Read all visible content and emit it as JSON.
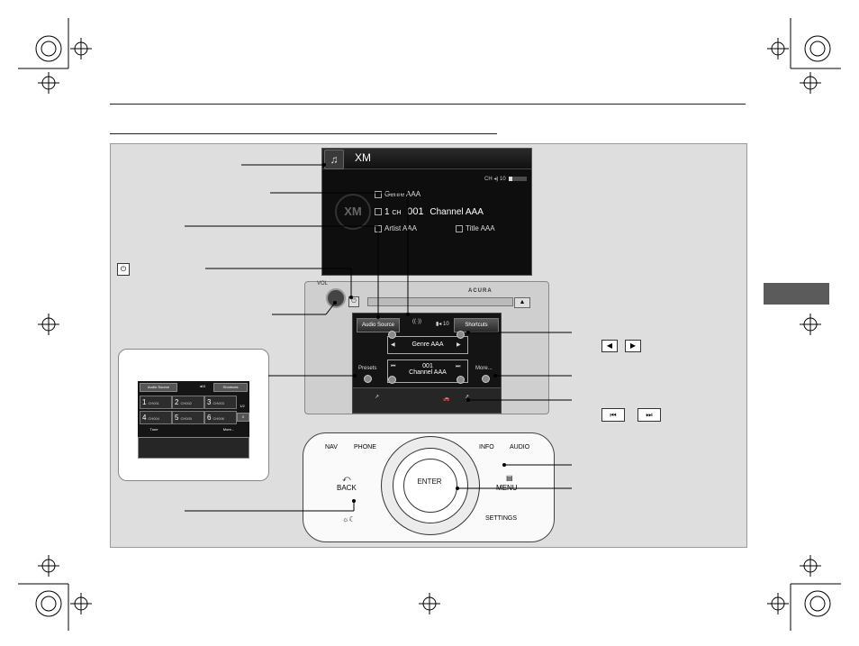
{
  "screen": {
    "source": "XM",
    "ch_label": "CH",
    "volume": "10",
    "logo": "XM",
    "genre": "Genre AAA",
    "preset": "1",
    "ch": "CH",
    "channel_number": "001",
    "channel_name": "Channel AAA",
    "artist": "Artist AAA",
    "title": "Title AAA"
  },
  "unit": {
    "vol": "VOL",
    "brand": "ACURA",
    "audio_source": "Audio Source",
    "volume": "10",
    "shortcuts": "Shortcuts",
    "genre": "Genre AAA",
    "channel_number": "001",
    "channel_name": "Channel AAA",
    "presets": "Presets",
    "more": "More..."
  },
  "inset": {
    "audio_source": "Audio Source",
    "volume": "10",
    "shortcuts": "Shortcuts",
    "presets": [
      {
        "n": "1",
        "label": "CH001"
      },
      {
        "n": "2",
        "label": "CH002"
      },
      {
        "n": "3",
        "label": "CH003"
      },
      {
        "n": "4",
        "label": "CH004"
      },
      {
        "n": "5",
        "label": "CH005"
      },
      {
        "n": "6",
        "label": "CH006"
      }
    ],
    "page": "1/2",
    "tune": "Tune",
    "more": "More..."
  },
  "controller": {
    "nav": "NAV",
    "phone": "PHONE",
    "info": "INFO",
    "audio": "AUDIO",
    "back": "BACK",
    "enter": "ENTER",
    "menu": "MENU",
    "settings": "SETTINGS"
  },
  "icons": {
    "power": "⏻",
    "left_arrow": "◀",
    "right_arrow": "▶",
    "skip_back": "⏮",
    "skip_fwd": "⏭"
  }
}
